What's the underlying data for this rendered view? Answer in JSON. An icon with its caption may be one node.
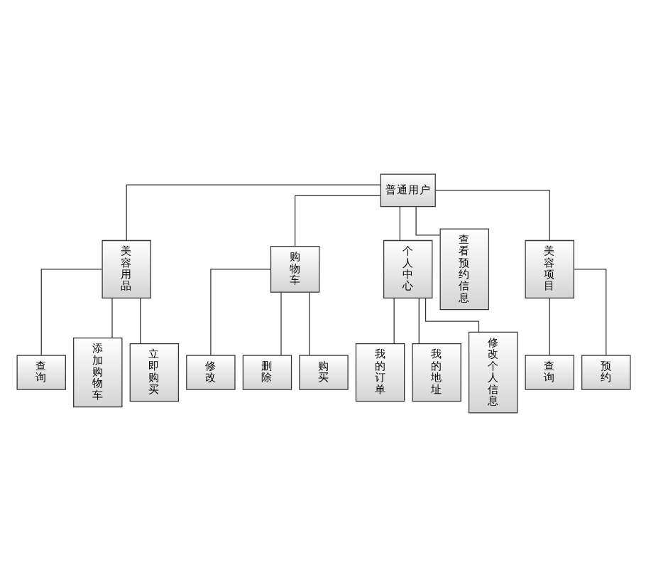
{
  "diagram": {
    "nodes": [
      {
        "text": [
          "普通用户"
        ]
      },
      {
        "text": [
          "美容用品"
        ]
      },
      {
        "text": [
          "购物车"
        ]
      },
      {
        "text": [
          "个人中心"
        ]
      },
      {
        "text": [
          "查看预约信息"
        ]
      },
      {
        "text": [
          "美容项目"
        ]
      },
      {
        "text": [
          "查询"
        ]
      },
      {
        "text": [
          "添加购物车"
        ]
      },
      {
        "text": [
          "立即购买"
        ]
      },
      {
        "text": [
          "修改"
        ]
      },
      {
        "text": [
          "删除"
        ]
      },
      {
        "text": [
          "购买"
        ]
      },
      {
        "text": [
          "我的订单"
        ]
      },
      {
        "text": [
          "我的地址"
        ]
      },
      {
        "text": [
          "修改个人信息"
        ]
      },
      {
        "text": [
          "查询"
        ]
      },
      {
        "text": [
          "预约"
        ]
      }
    ],
    "edges": [
      {
        "from": 0,
        "to": 1,
        "arrow": "none"
      },
      {
        "from": 0,
        "to": 2,
        "arrow": "none"
      },
      {
        "from": 0,
        "to": 3,
        "arrow": "none"
      },
      {
        "from": 0,
        "to": 4,
        "arrow": "none"
      },
      {
        "from": 0,
        "to": 5,
        "arrow": "none"
      },
      {
        "from": 1,
        "to": 6,
        "arrow": "none"
      },
      {
        "from": 1,
        "to": 7,
        "arrow": "none"
      },
      {
        "from": 1,
        "to": 8,
        "arrow": "none"
      },
      {
        "from": 2,
        "to": 9,
        "arrow": "none"
      },
      {
        "from": 2,
        "to": 10,
        "arrow": "none"
      },
      {
        "from": 2,
        "to": 11,
        "arrow": "none"
      },
      {
        "from": 3,
        "to": 12,
        "arrow": "none"
      },
      {
        "from": 3,
        "to": 13,
        "arrow": "none"
      },
      {
        "from": 3,
        "to": 14,
        "arrow": "none"
      },
      {
        "from": 5,
        "to": 15,
        "arrow": "none"
      },
      {
        "from": 5,
        "to": 16,
        "arrow": "none"
      }
    ]
  }
}
